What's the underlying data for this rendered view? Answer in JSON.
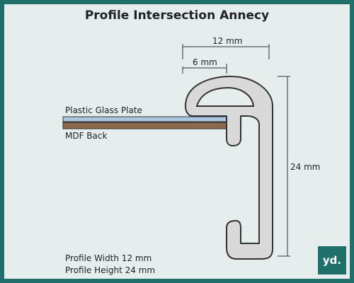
{
  "title": "Profile Intersection Annecy",
  "labels": {
    "glass": "Plastic Glass Plate",
    "back": "MDF Back"
  },
  "dimensions": {
    "width_total": "12 mm",
    "width_lip": "6 mm",
    "height": "24 mm"
  },
  "specs": {
    "width": "Profile Width 12 mm",
    "height": "Profile Height 24 mm"
  },
  "logo": "yd.",
  "colors": {
    "frame_border": "#1f6f6a",
    "background": "#e6eeed",
    "glass": "#a9c6e0",
    "mdf": "#8a6a4b",
    "profile_fill": "#d9d9d9"
  }
}
